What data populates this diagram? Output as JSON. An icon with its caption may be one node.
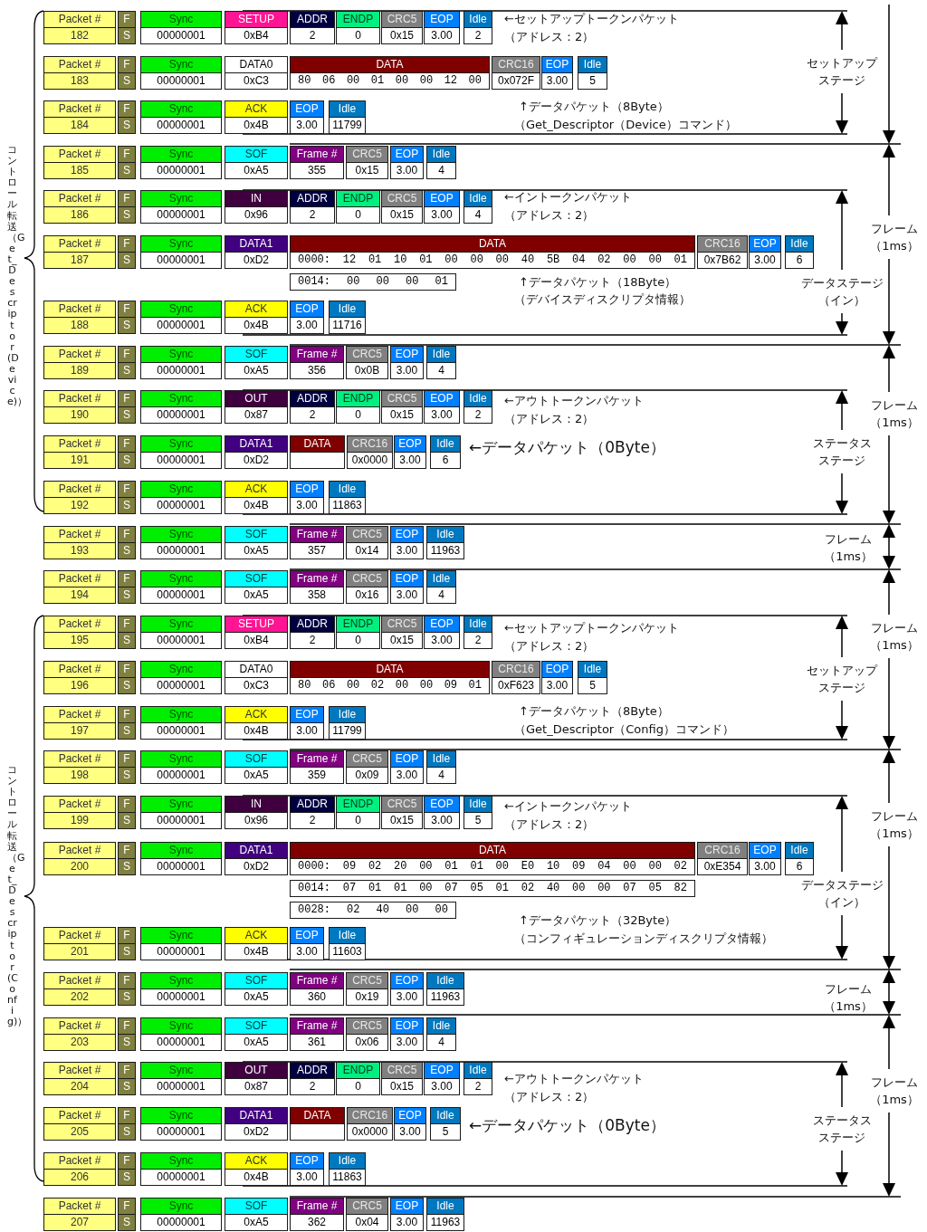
{
  "diagram": {
    "nodes": [
      {
        "text": [
          "Packet #",
          "182"
        ]
      },
      {
        "text": [
          "F",
          "S"
        ]
      },
      {
        "text": [
          "Sync",
          "00000001"
        ]
      },
      {
        "text": [
          "SETUP",
          "0xB4"
        ]
      },
      {
        "text": [
          "ADDR",
          "2"
        ]
      },
      {
        "text": [
          "ENDP",
          "0"
        ]
      },
      {
        "text": [
          "CRC5",
          "0x15"
        ]
      },
      {
        "text": [
          "EOP",
          "3.00"
        ]
      },
      {
        "text": [
          "Idle",
          "2"
        ]
      },
      {
        "text": [
          "Packet #",
          "183"
        ]
      },
      {
        "text": [
          "F",
          "S"
        ]
      },
      {
        "text": [
          "Sync",
          "00000001"
        ]
      },
      {
        "text": [
          "DATA0",
          "0xC3"
        ]
      },
      {
        "text": [
          "DATA",
          "80 06 00 01 00 00 12 00"
        ]
      },
      {
        "text": [
          "CRC16",
          "0x072F"
        ]
      },
      {
        "text": [
          "EOP",
          "3.00"
        ]
      },
      {
        "text": [
          "Idle",
          "5"
        ]
      },
      {
        "text": [
          "Packet #",
          "184"
        ]
      },
      {
        "text": [
          "F",
          "S"
        ]
      },
      {
        "text": [
          "Sync",
          "00000001"
        ]
      },
      {
        "text": [
          "ACK",
          "0x4B"
        ]
      },
      {
        "text": [
          "EOP",
          "3.00"
        ]
      },
      {
        "text": [
          "Idle",
          "11799"
        ]
      },
      {
        "text": [
          "Packet #",
          "185"
        ]
      },
      {
        "text": [
          "F",
          "S"
        ]
      },
      {
        "text": [
          "Sync",
          "00000001"
        ]
      },
      {
        "text": [
          "SOF",
          "0xA5"
        ]
      },
      {
        "text": [
          "Frame #",
          "355"
        ]
      },
      {
        "text": [
          "CRC5",
          "0x15"
        ]
      },
      {
        "text": [
          "EOP",
          "3.00"
        ]
      },
      {
        "text": [
          "Idle",
          "4"
        ]
      },
      {
        "text": [
          "Packet #",
          "186"
        ]
      },
      {
        "text": [
          "F",
          "S"
        ]
      },
      {
        "text": [
          "Sync",
          "00000001"
        ]
      },
      {
        "text": [
          "IN",
          "0x96"
        ]
      },
      {
        "text": [
          "ADDR",
          "2"
        ]
      },
      {
        "text": [
          "ENDP",
          "0"
        ]
      },
      {
        "text": [
          "CRC5",
          "0x15"
        ]
      },
      {
        "text": [
          "EOP",
          "3.00"
        ]
      },
      {
        "text": [
          "Idle",
          "4"
        ]
      },
      {
        "text": [
          "Packet #",
          "187"
        ]
      },
      {
        "text": [
          "F",
          "S"
        ]
      },
      {
        "text": [
          "Sync",
          "00000001"
        ]
      },
      {
        "text": [
          "DATA1",
          "0xD2"
        ]
      },
      {
        "text": [
          "DATA",
          "0000: 12 01 10 01 00 00 00 40 5B 04 02 00 00 01",
          "0014: 00 00 00 01"
        ]
      },
      {
        "text": [
          "CRC16",
          "0x7B62"
        ]
      },
      {
        "text": [
          "EOP",
          "3.00"
        ]
      },
      {
        "text": [
          "Idle",
          "6"
        ]
      },
      {
        "text": [
          "Packet #",
          "188"
        ]
      },
      {
        "text": [
          "F",
          "S"
        ]
      },
      {
        "text": [
          "Sync",
          "00000001"
        ]
      },
      {
        "text": [
          "ACK",
          "0x4B"
        ]
      },
      {
        "text": [
          "EOP",
          "3.00"
        ]
      },
      {
        "text": [
          "Idle",
          "11716"
        ]
      },
      {
        "text": [
          "Packet #",
          "189"
        ]
      },
      {
        "text": [
          "F",
          "S"
        ]
      },
      {
        "text": [
          "Sync",
          "00000001"
        ]
      },
      {
        "text": [
          "SOF",
          "0xA5"
        ]
      },
      {
        "text": [
          "Frame #",
          "356"
        ]
      },
      {
        "text": [
          "CRC5",
          "0x0B"
        ]
      },
      {
        "text": [
          "EOP",
          "3.00"
        ]
      },
      {
        "text": [
          "Idle",
          "4"
        ]
      },
      {
        "text": [
          "Packet #",
          "190"
        ]
      },
      {
        "text": [
          "F",
          "S"
        ]
      },
      {
        "text": [
          "Sync",
          "00000001"
        ]
      },
      {
        "text": [
          "OUT",
          "0x87"
        ]
      },
      {
        "text": [
          "ADDR",
          "2"
        ]
      },
      {
        "text": [
          "ENDP",
          "0"
        ]
      },
      {
        "text": [
          "CRC5",
          "0x15"
        ]
      },
      {
        "text": [
          "EOP",
          "3.00"
        ]
      },
      {
        "text": [
          "Idle",
          "2"
        ]
      },
      {
        "text": [
          "Packet #",
          "191"
        ]
      },
      {
        "text": [
          "F",
          "S"
        ]
      },
      {
        "text": [
          "Sync",
          "00000001"
        ]
      },
      {
        "text": [
          "DATA1",
          "0xD2"
        ]
      },
      {
        "text": [
          "DATA"
        ]
      },
      {
        "text": [
          "CRC16",
          "0x0000"
        ]
      },
      {
        "text": [
          "EOP",
          "3.00"
        ]
      },
      {
        "text": [
          "Idle",
          "6"
        ]
      },
      {
        "text": [
          "Packet #",
          "192"
        ]
      },
      {
        "text": [
          "F",
          "S"
        ]
      },
      {
        "text": [
          "Sync",
          "00000001"
        ]
      },
      {
        "text": [
          "ACK",
          "0x4B"
        ]
      },
      {
        "text": [
          "EOP",
          "3.00"
        ]
      },
      {
        "text": [
          "Idle",
          "11863"
        ]
      },
      {
        "text": [
          "Packet #",
          "193"
        ]
      },
      {
        "text": [
          "F",
          "S"
        ]
      },
      {
        "text": [
          "Sync",
          "00000001"
        ]
      },
      {
        "text": [
          "SOF",
          "0xA5"
        ]
      },
      {
        "text": [
          "Frame #",
          "357"
        ]
      },
      {
        "text": [
          "CRC5",
          "0x14"
        ]
      },
      {
        "text": [
          "EOP",
          "3.00"
        ]
      },
      {
        "text": [
          "Idle",
          "11963"
        ]
      },
      {
        "text": [
          "Packet #",
          "194"
        ]
      },
      {
        "text": [
          "F",
          "S"
        ]
      },
      {
        "text": [
          "Sync",
          "00000001"
        ]
      },
      {
        "text": [
          "SOF",
          "0xA5"
        ]
      },
      {
        "text": [
          "Frame #",
          "358"
        ]
      },
      {
        "text": [
          "CRC5",
          "0x16"
        ]
      },
      {
        "text": [
          "EOP",
          "3.00"
        ]
      },
      {
        "text": [
          "Idle",
          "4"
        ]
      },
      {
        "text": [
          "Packet #",
          "195"
        ]
      },
      {
        "text": [
          "F",
          "S"
        ]
      },
      {
        "text": [
          "Sync",
          "00000001"
        ]
      },
      {
        "text": [
          "SETUP",
          "0xB4"
        ]
      },
      {
        "text": [
          "ADDR",
          "2"
        ]
      },
      {
        "text": [
          "ENDP",
          "0"
        ]
      },
      {
        "text": [
          "CRC5",
          "0x15"
        ]
      },
      {
        "text": [
          "EOP",
          "3.00"
        ]
      },
      {
        "text": [
          "Idle",
          "2"
        ]
      },
      {
        "text": [
          "Packet #",
          "196"
        ]
      },
      {
        "text": [
          "F",
          "S"
        ]
      },
      {
        "text": [
          "Sync",
          "00000001"
        ]
      },
      {
        "text": [
          "DATA0",
          "0xC3"
        ]
      },
      {
        "text": [
          "DATA",
          "80 06 00 02 00 00 09 01"
        ]
      },
      {
        "text": [
          "CRC16",
          "0xF623"
        ]
      },
      {
        "text": [
          "EOP",
          "3.00"
        ]
      },
      {
        "text": [
          "Idle",
          "5"
        ]
      },
      {
        "text": [
          "Packet #",
          "197"
        ]
      },
      {
        "text": [
          "F",
          "S"
        ]
      },
      {
        "text": [
          "Sync",
          "00000001"
        ]
      },
      {
        "text": [
          "ACK",
          "0x4B"
        ]
      },
      {
        "text": [
          "EOP",
          "3.00"
        ]
      },
      {
        "text": [
          "Idle",
          "11799"
        ]
      },
      {
        "text": [
          "Packet #",
          "198"
        ]
      },
      {
        "text": [
          "F",
          "S"
        ]
      },
      {
        "text": [
          "Sync",
          "00000001"
        ]
      },
      {
        "text": [
          "SOF",
          "0xA5"
        ]
      },
      {
        "text": [
          "Frame #",
          "359"
        ]
      },
      {
        "text": [
          "CRC5",
          "0x09"
        ]
      },
      {
        "text": [
          "EOP",
          "3.00"
        ]
      },
      {
        "text": [
          "Idle",
          "4"
        ]
      },
      {
        "text": [
          "Packet #",
          "199"
        ]
      },
      {
        "text": [
          "F",
          "S"
        ]
      },
      {
        "text": [
          "Sync",
          "00000001"
        ]
      },
      {
        "text": [
          "IN",
          "0x96"
        ]
      },
      {
        "text": [
          "ADDR",
          "2"
        ]
      },
      {
        "text": [
          "ENDP",
          "0"
        ]
      },
      {
        "text": [
          "CRC5",
          "0x15"
        ]
      },
      {
        "text": [
          "EOP",
          "3.00"
        ]
      },
      {
        "text": [
          "Idle",
          "5"
        ]
      },
      {
        "text": [
          "Packet #",
          "200"
        ]
      },
      {
        "text": [
          "F",
          "S"
        ]
      },
      {
        "text": [
          "Sync",
          "00000001"
        ]
      },
      {
        "text": [
          "DATA1",
          "0xD2"
        ]
      },
      {
        "text": [
          "DATA",
          "0000: 09 02 20 00 01 01 00 E0 10 09 04 00 00 02",
          "0014: 07 01 01 00 07 05 01 02 40 00 00 07 05 82",
          "0028: 02 40 00 00"
        ]
      },
      {
        "text": [
          "CRC16",
          "0xE354"
        ]
      },
      {
        "text": [
          "EOP",
          "3.00"
        ]
      },
      {
        "text": [
          "Idle",
          "6"
        ]
      },
      {
        "text": [
          "Packet #",
          "201"
        ]
      },
      {
        "text": [
          "F",
          "S"
        ]
      },
      {
        "text": [
          "Sync",
          "00000001"
        ]
      },
      {
        "text": [
          "ACK",
          "0x4B"
        ]
      },
      {
        "text": [
          "EOP",
          "3.00"
        ]
      },
      {
        "text": [
          "Idle",
          "11603"
        ]
      },
      {
        "text": [
          "Packet #",
          "202"
        ]
      },
      {
        "text": [
          "F",
          "S"
        ]
      },
      {
        "text": [
          "Sync",
          "00000001"
        ]
      },
      {
        "text": [
          "SOF",
          "0xA5"
        ]
      },
      {
        "text": [
          "Frame #",
          "360"
        ]
      },
      {
        "text": [
          "CRC5",
          "0x19"
        ]
      },
      {
        "text": [
          "EOP",
          "3.00"
        ]
      },
      {
        "text": [
          "Idle",
          "11963"
        ]
      },
      {
        "text": [
          "Packet #",
          "203"
        ]
      },
      {
        "text": [
          "F",
          "S"
        ]
      },
      {
        "text": [
          "Sync",
          "00000001"
        ]
      },
      {
        "text": [
          "SOF",
          "0xA5"
        ]
      },
      {
        "text": [
          "Frame #",
          "361"
        ]
      },
      {
        "text": [
          "CRC5",
          "0x06"
        ]
      },
      {
        "text": [
          "EOP",
          "3.00"
        ]
      },
      {
        "text": [
          "Idle",
          "4"
        ]
      },
      {
        "text": [
          "Packet #",
          "204"
        ]
      },
      {
        "text": [
          "F",
          "S"
        ]
      },
      {
        "text": [
          "Sync",
          "00000001"
        ]
      },
      {
        "text": [
          "OUT",
          "0x87"
        ]
      },
      {
        "text": [
          "ADDR",
          "2"
        ]
      },
      {
        "text": [
          "ENDP",
          "0"
        ]
      },
      {
        "text": [
          "CRC5",
          "0x15"
        ]
      },
      {
        "text": [
          "EOP",
          "3.00"
        ]
      },
      {
        "text": [
          "Idle",
          "2"
        ]
      },
      {
        "text": [
          "Packet #",
          "205"
        ]
      },
      {
        "text": [
          "F",
          "S"
        ]
      },
      {
        "text": [
          "Sync",
          "00000001"
        ]
      },
      {
        "text": [
          "DATA1",
          "0xD2"
        ]
      },
      {
        "text": [
          "DATA"
        ]
      },
      {
        "text": [
          "CRC16",
          "0x0000"
        ]
      },
      {
        "text": [
          "EOP",
          "3.00"
        ]
      },
      {
        "text": [
          "Idle",
          "5"
        ]
      },
      {
        "text": [
          "Packet #",
          "206"
        ]
      },
      {
        "text": [
          "F",
          "S"
        ]
      },
      {
        "text": [
          "Sync",
          "00000001"
        ]
      },
      {
        "text": [
          "ACK",
          "0x4B"
        ]
      },
      {
        "text": [
          "EOP",
          "3.00"
        ]
      },
      {
        "text": [
          "Idle",
          "11863"
        ]
      },
      {
        "text": [
          "Packet #",
          "207"
        ]
      },
      {
        "text": [
          "F",
          "S"
        ]
      },
      {
        "text": [
          "Sync",
          "00000001"
        ]
      },
      {
        "text": [
          "SOF",
          "0xA5"
        ]
      },
      {
        "text": [
          "Frame #",
          "362"
        ]
      },
      {
        "text": [
          "CRC5",
          "0x04"
        ]
      },
      {
        "text": [
          "EOP",
          "3.00"
        ]
      },
      {
        "text": [
          "Idle",
          "11963"
        ]
      }
    ],
    "labels": [
      "コントロール転送（Get_Descriptor(Device)）",
      "←セットアップトークンパケット",
      "（アドレス：2）",
      "セットアップステージ",
      "↑データパケット（8Byte）",
      "（Get_Descriptor（Device）コマンド）",
      "←イントークンパケット",
      "（アドレス：2）",
      "フレーム（1ms）",
      "データステージ（イン）",
      "↑データパケット（18Byte）",
      "（デバイスディスクリプタ情報）",
      "←アウトトークンパケット",
      "（アドレス：2）",
      "フレーム（1ms）",
      "ステータスステージ",
      "←データパケット（0Byte）",
      "フレーム（1ms）",
      "コントロール転送（Get_Descriptor(Config)）",
      "←セットアップトークンパケット",
      "フレーム（1ms）",
      "（アドレス：2）",
      "セットアップステージ",
      "↑データパケット（8Byte）",
      "（Get_Descriptor（Config）コマンド）",
      "←イントークンパケット",
      "（アドレス：2）",
      "フレーム（1ms）",
      "データステージ（イン）",
      "↑データパケット（32Byte）",
      "（コンフィギュレーションディスクリプタ情報）",
      "フレーム（1ms）",
      "←アウトトークンパケット",
      "フレーム（1ms）",
      "（アドレス：2）",
      "ステータスステージ",
      "←データパケット（0Byte）"
    ]
  }
}
